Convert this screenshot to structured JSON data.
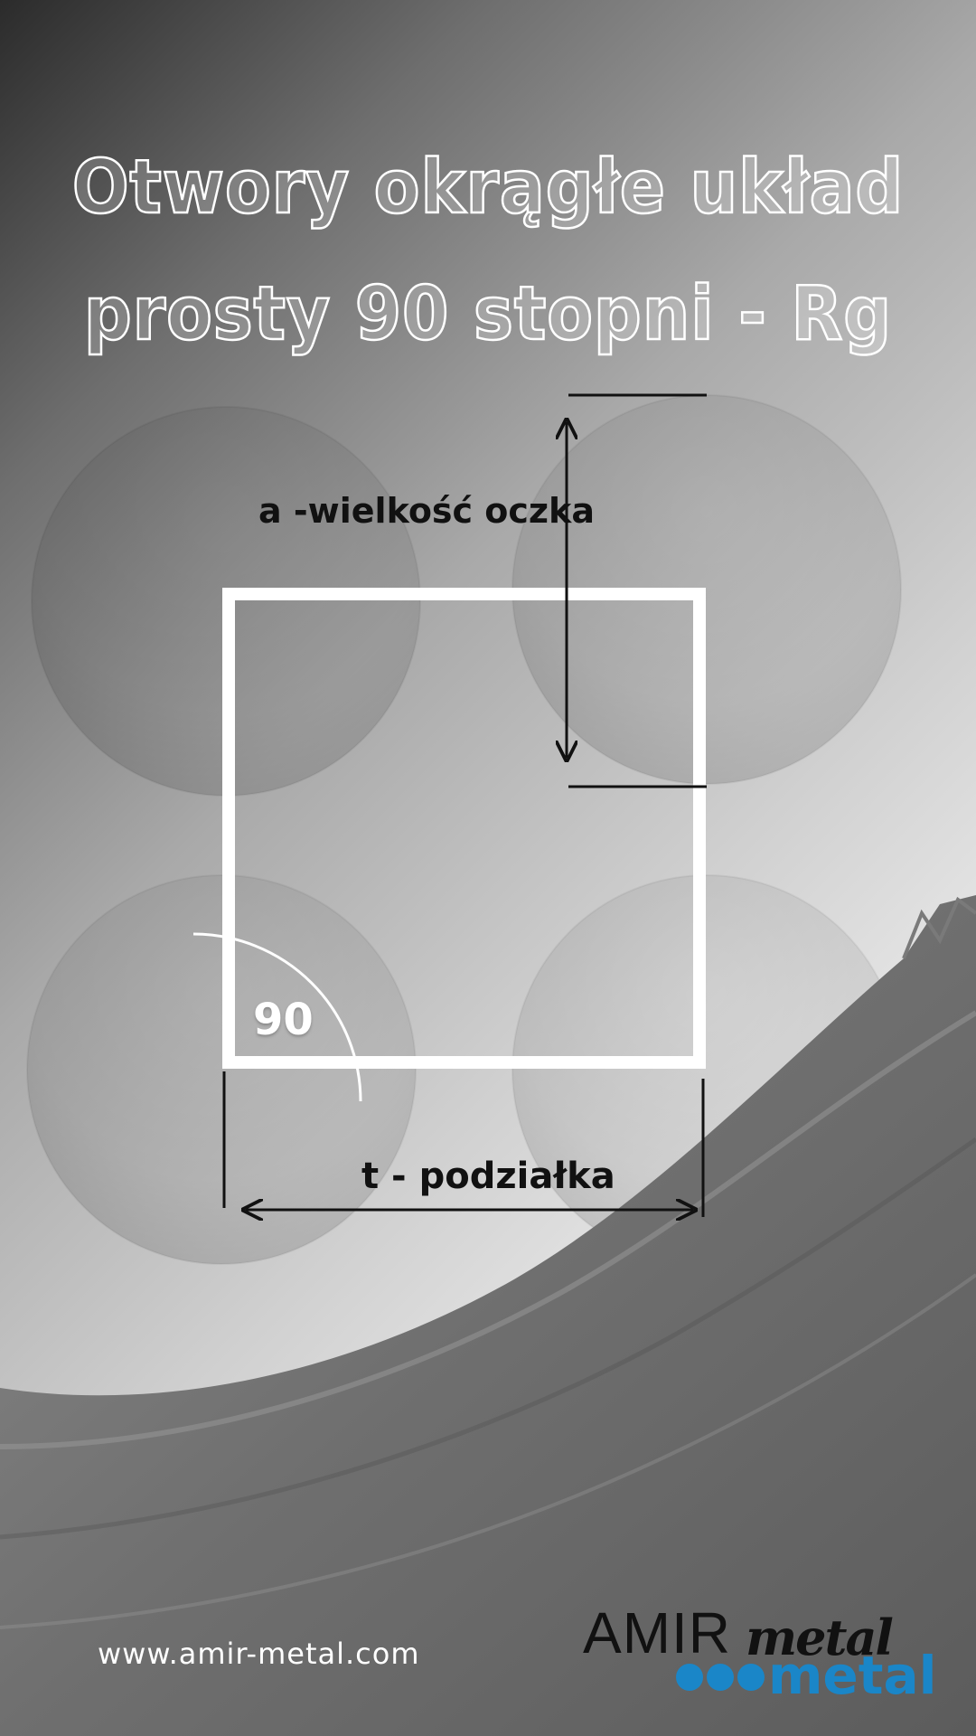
{
  "title": {
    "line1": "Otwory okrągłe układ",
    "line2": "prosty 90 stopni - Rg"
  },
  "diagram": {
    "size_label": "a -wielkość oczka",
    "pitch_label": "t - podziałka",
    "angle_label": "90"
  },
  "footer": {
    "website": "www.amir-metal.com"
  },
  "logo": {
    "brand": "AMIR",
    "script": "metal",
    "word": "metal",
    "dots": 3
  },
  "colors": {
    "logo_blue": "#1a86c8",
    "frame": "#ffffff",
    "dimension_line": "#111111"
  }
}
